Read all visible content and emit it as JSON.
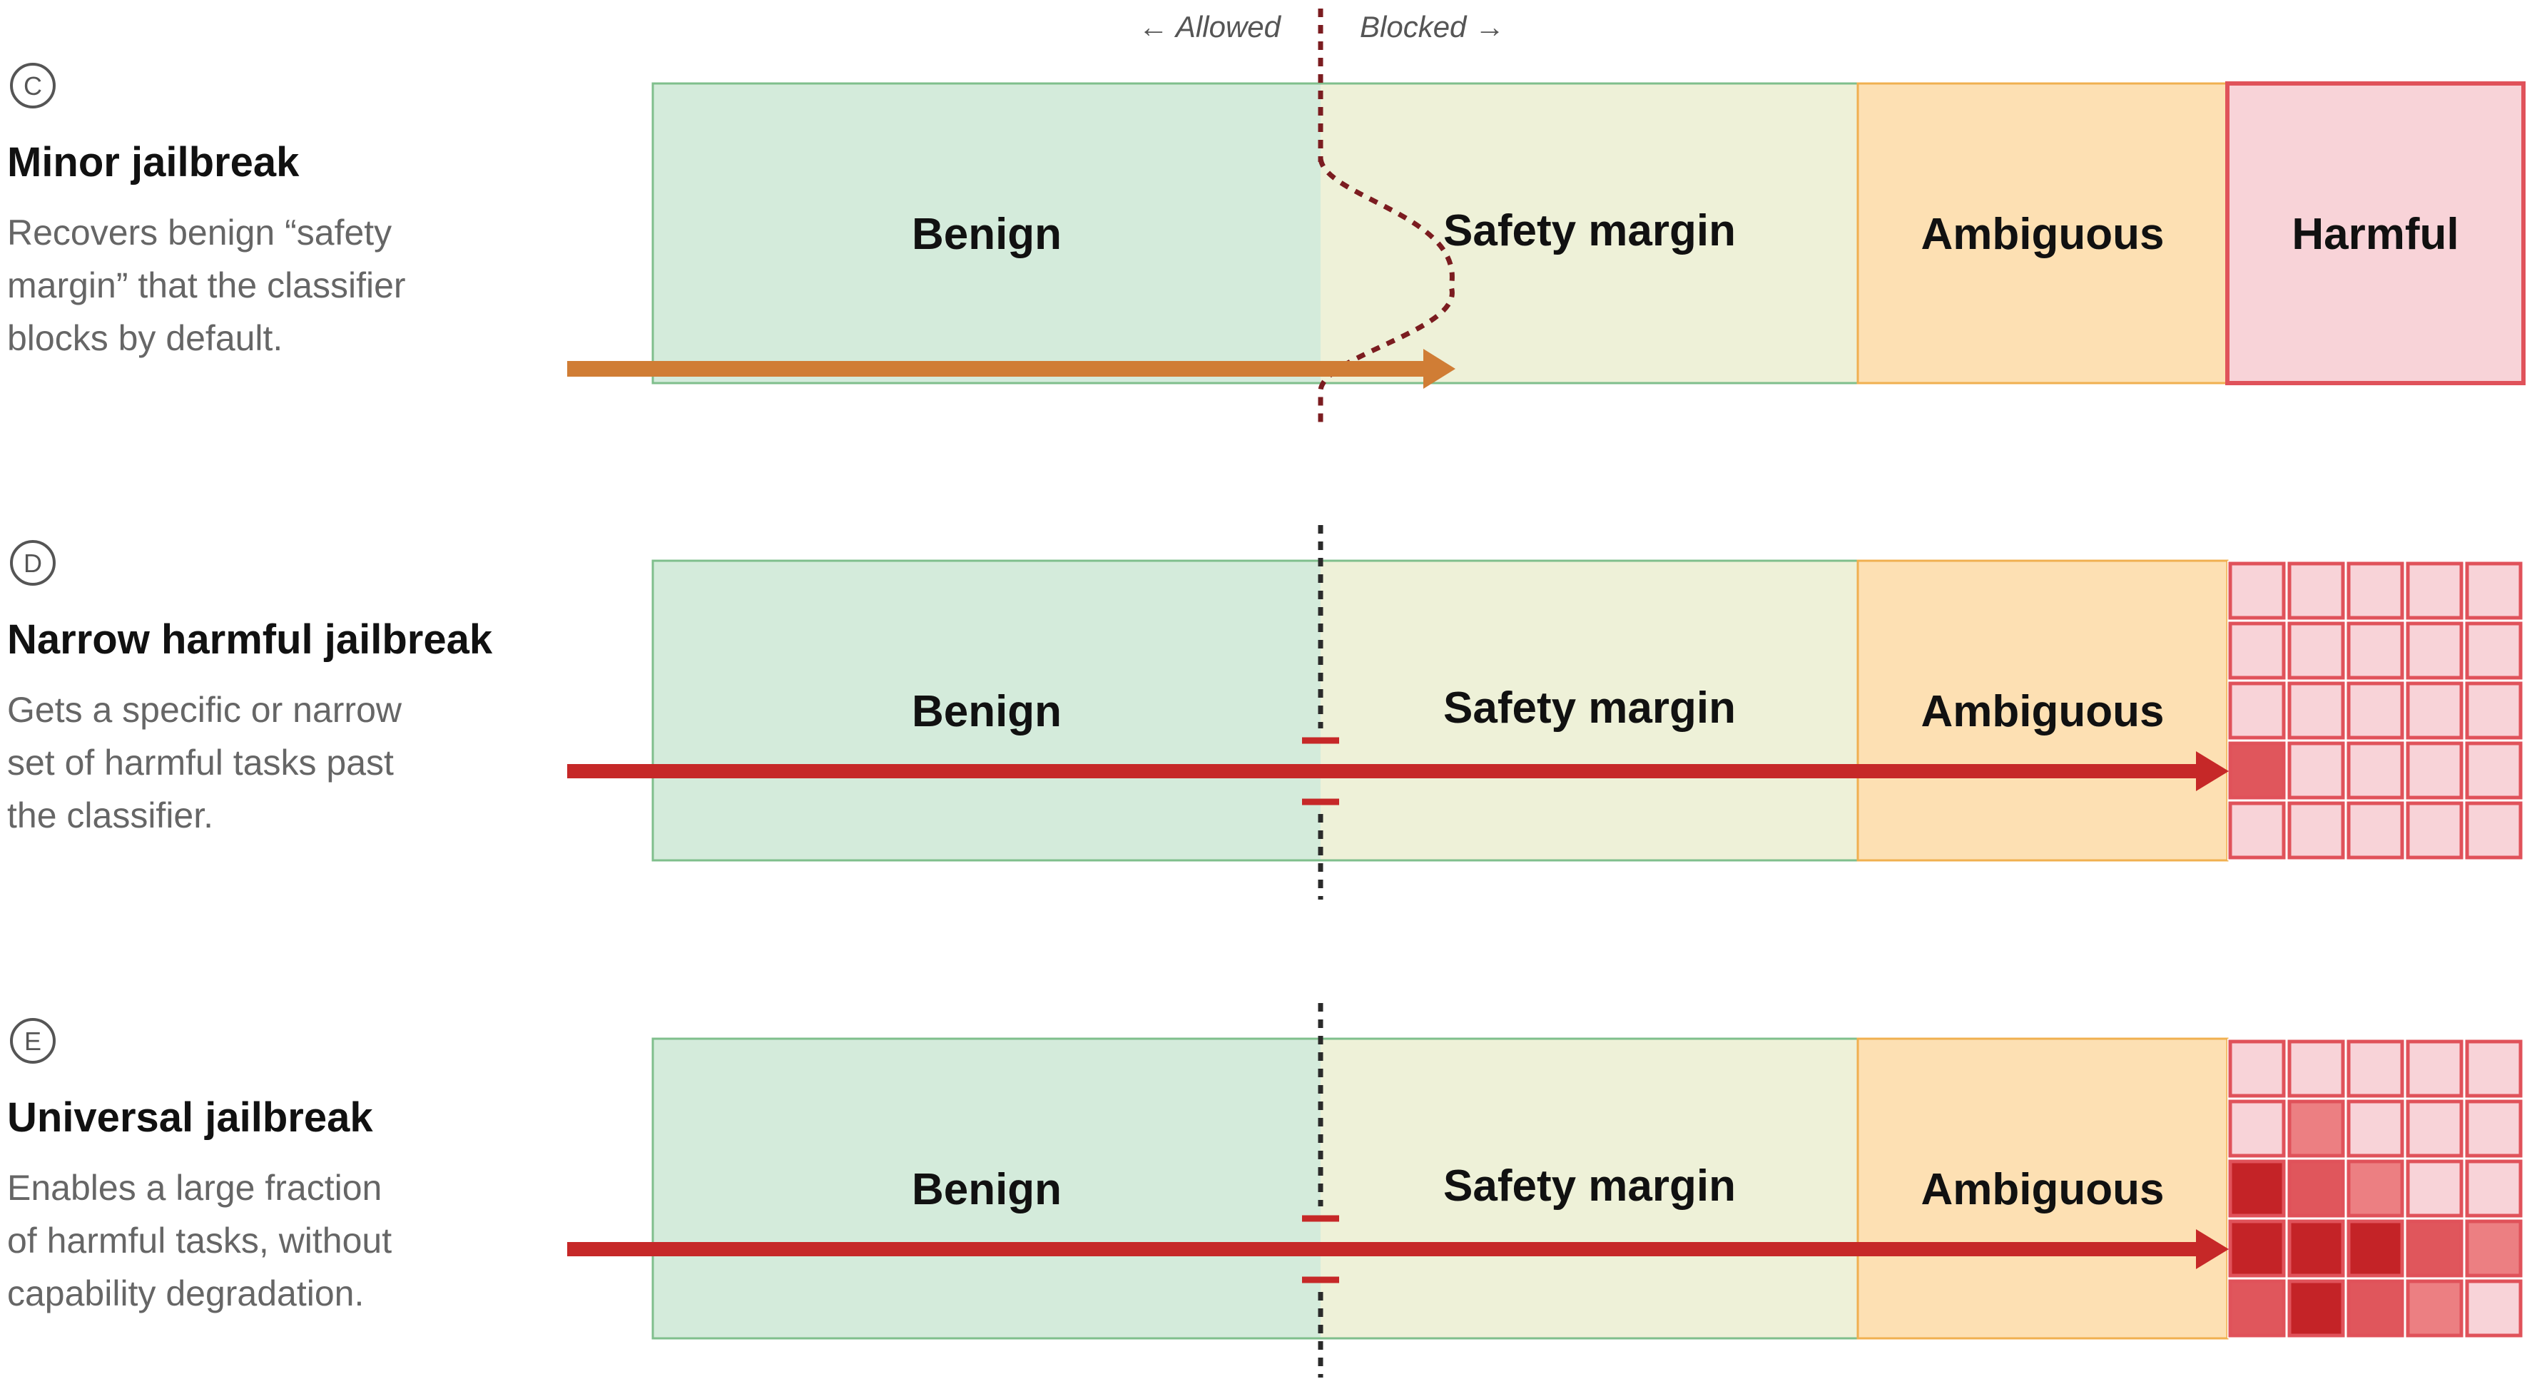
{
  "header": {
    "allowed_label": "← Allowed",
    "blocked_label": "Blocked →"
  },
  "zone_labels": {
    "benign": "Benign",
    "margin": "Safety margin",
    "ambiguous": "Ambiguous",
    "harmful": "Harmful"
  },
  "colors": {
    "benign_fill": "#d4ebdb",
    "benign_stroke": "#7fbf8c",
    "margin_fill": "#eef1d8",
    "margin_stroke": "#7fbf8c",
    "ambiguous_fill": "#fde0b3",
    "ambiguous_stroke": "#f0b050",
    "harmful_fill": "#f8d3d8",
    "harmful_stroke": "#e0525a",
    "orange_arrow": "#d07d35",
    "red_arrow": "#c62828",
    "threshold": "#2a2a2a",
    "curve": "#7b1c20",
    "cell_light": "#f8d3d8",
    "cell_mid": "#ec7f82",
    "cell_red": "#e0565c",
    "cell_dark": "#c42327"
  },
  "rows": [
    {
      "marker": "C",
      "title": "Minor jailbreak",
      "desc_lines": [
        "Recovers benign “safety",
        "margin” that the classifier",
        "blocks by default."
      ],
      "arrow_color": "orange",
      "arrow_target": "safety-margin",
      "harmful_grid": null
    },
    {
      "marker": "D",
      "title": "Narrow harmful jailbreak",
      "desc_lines": [
        "Gets a specific or narrow",
        "set of harmful tasks past",
        "the classifier."
      ],
      "arrow_color": "red",
      "arrow_target": "harmful",
      "harmful_grid": [
        [
          "l",
          "l",
          "l",
          "l",
          "l"
        ],
        [
          "l",
          "l",
          "l",
          "l",
          "l"
        ],
        [
          "l",
          "l",
          "l",
          "l",
          "l"
        ],
        [
          "r",
          "l",
          "l",
          "l",
          "l"
        ],
        [
          "l",
          "l",
          "l",
          "l",
          "l"
        ]
      ]
    },
    {
      "marker": "E",
      "title": "Universal jailbreak",
      "desc_lines": [
        "Enables a large fraction",
        "of harmful tasks, without",
        "capability degradation."
      ],
      "arrow_color": "red",
      "arrow_target": "harmful",
      "harmful_grid": [
        [
          "l",
          "l",
          "l",
          "l",
          "l"
        ],
        [
          "l",
          "m",
          "l",
          "l",
          "l"
        ],
        [
          "d",
          "r",
          "m",
          "l",
          "l"
        ],
        [
          "d",
          "d",
          "d",
          "r",
          "m"
        ],
        [
          "r",
          "d",
          "r",
          "m",
          "l"
        ]
      ]
    }
  ]
}
